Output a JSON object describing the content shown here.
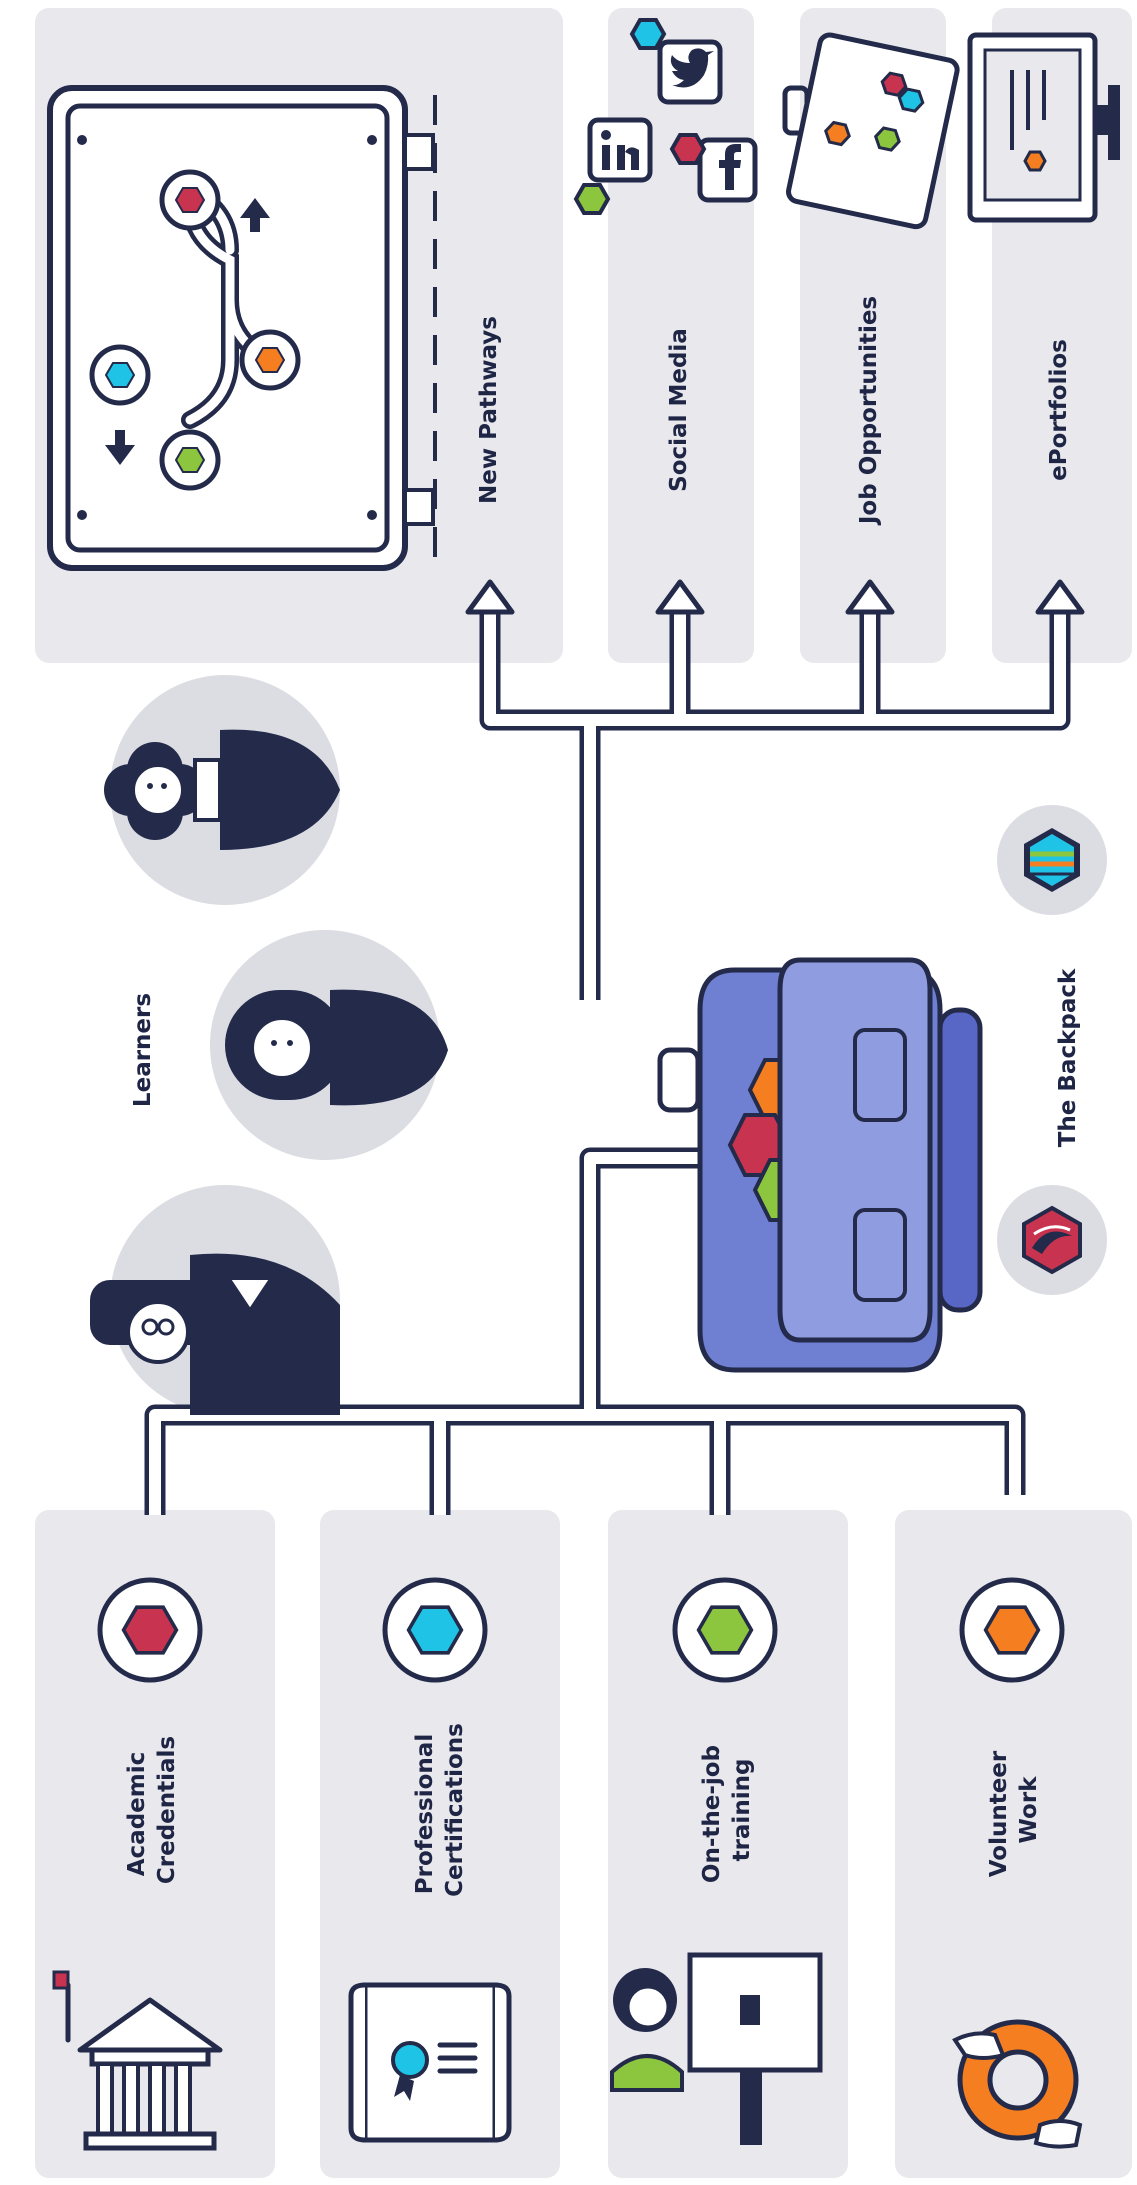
{
  "colors": {
    "red": "#c8334f",
    "cyan": "#1fc3e6",
    "green": "#8cc63f",
    "orange": "#f57f20",
    "navy": "#232a4a",
    "panel": "#e8e8ed",
    "backpack": "#6f7fd1"
  },
  "center": {
    "learners_label": "Learners",
    "backpack_label": "The Backpack"
  },
  "inputs": [
    {
      "label_line1": "Academic",
      "label_line2": "Credentials",
      "badge_color": "red",
      "icon": "institution-building-icon"
    },
    {
      "label_line1": "Professional",
      "label_line2": "Certifications",
      "badge_color": "cyan",
      "icon": "certificate-scroll-icon"
    },
    {
      "label_line1": "On-the-job",
      "label_line2": "training",
      "badge_color": "green",
      "icon": "worker-at-desk-icon"
    },
    {
      "label_line1": "Volunteer",
      "label_line2": "Work",
      "badge_color": "orange",
      "icon": "joined-hands-icon"
    }
  ],
  "outputs": [
    {
      "label": "New Pathways",
      "icon": "pathway-signboard-icon"
    },
    {
      "label": "Social Media",
      "icon": "social-media-icons"
    },
    {
      "label": "Job Opportunities",
      "icon": "briefcase-icon"
    },
    {
      "label": "ePortfolios",
      "icon": "monitor-icon"
    }
  ]
}
